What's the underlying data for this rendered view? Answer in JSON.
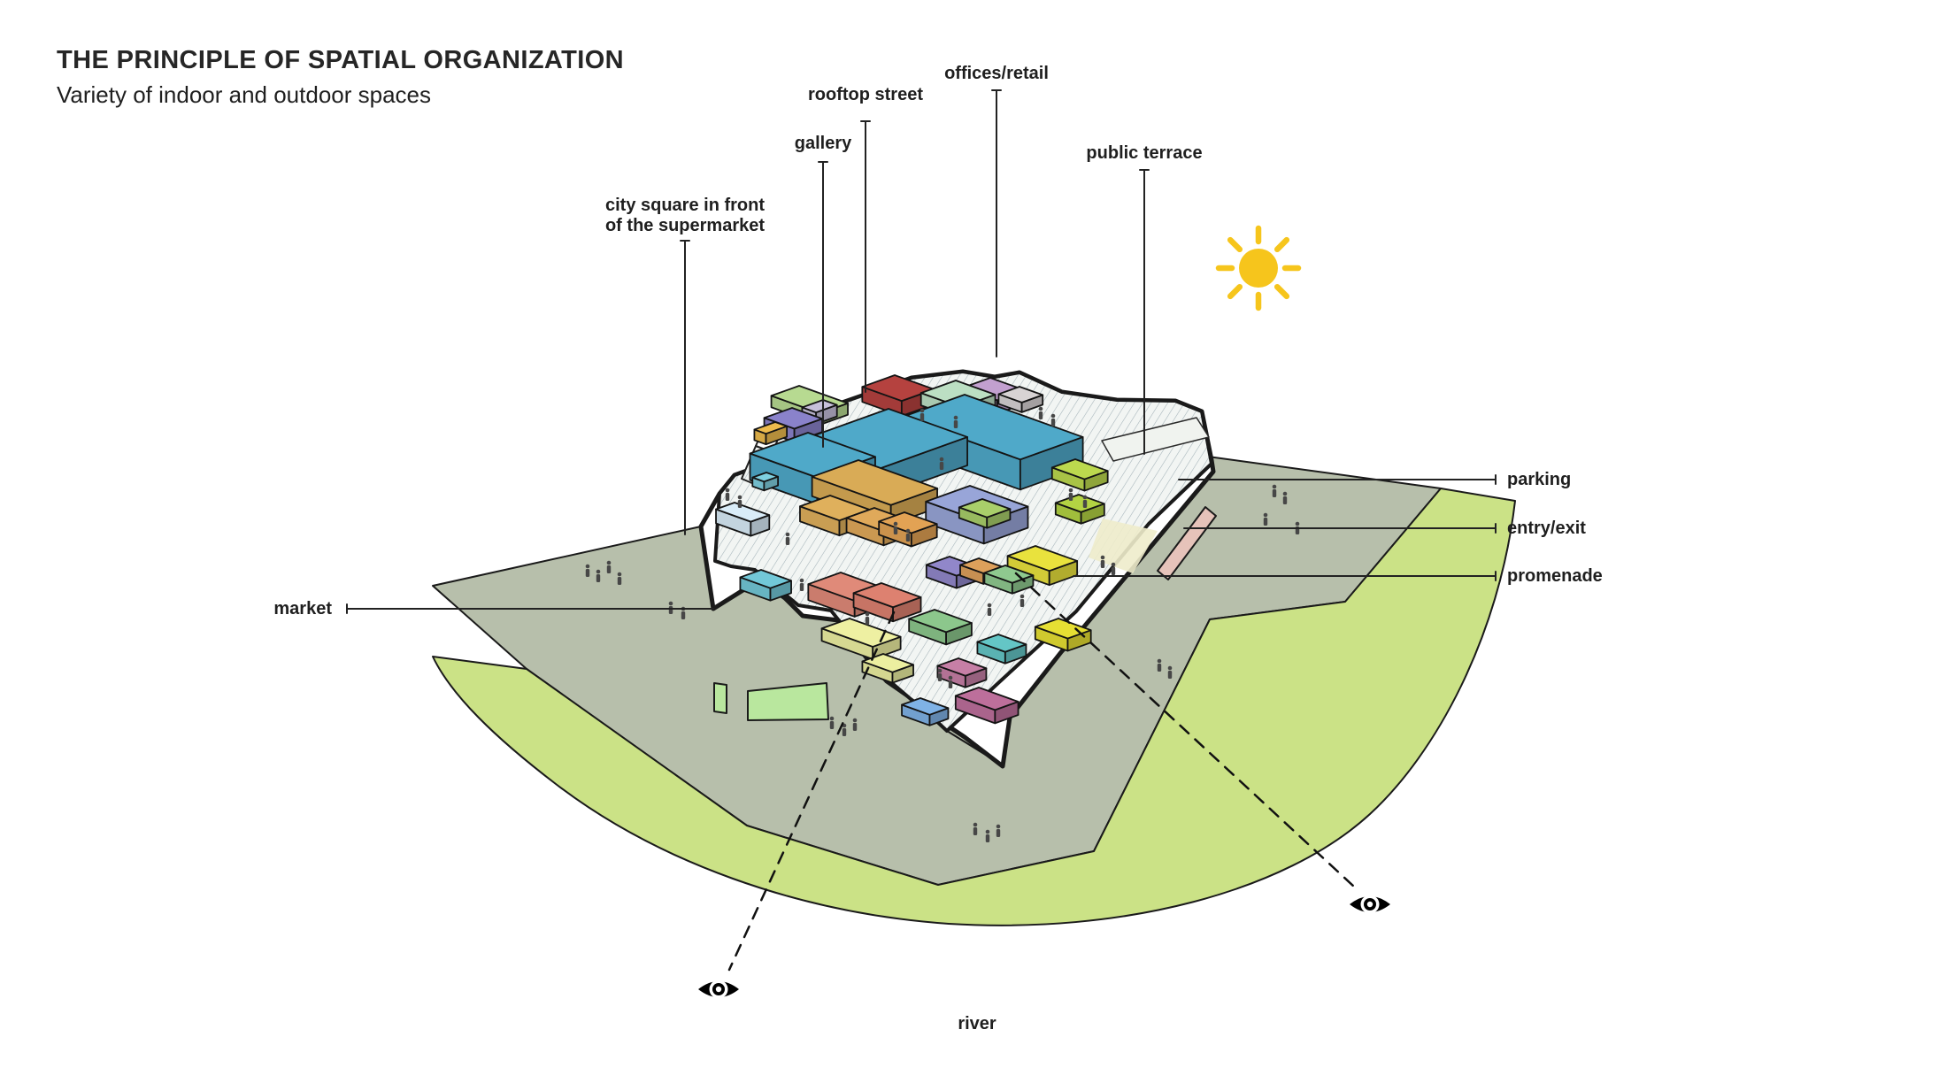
{
  "title": {
    "heading": "THE PRINCIPLE OF SPATIAL ORGANIZATION",
    "subheading": "Variety of indoor and outdoor spaces"
  },
  "labels": {
    "rooftop_street": "rooftop street",
    "gallery": "gallery",
    "offices_retail": "offices/retail",
    "public_terrace": "public terrace",
    "city_square_line1": "city square in front",
    "city_square_line2": "of the supermarket",
    "market": "market",
    "parking": "parking",
    "entry_exit": "entry/exit",
    "promenade": "promenade",
    "river": "river"
  },
  "icons": {
    "sun": "sun-icon",
    "viewpoint_left": "eye-icon",
    "viewpoint_right": "eye-icon"
  },
  "colors": {
    "background": "#ffffff",
    "plaza": "#b7bfab",
    "lawn": "#cbe286",
    "outline": "#1a1a1a",
    "leader_line": "#222222",
    "sun": "#f6c51c",
    "hatch_bg": "#f2f5f3",
    "hatch_line": "#a3b2b8",
    "building_face": "#ffffff",
    "teal_roof": "#4fa9c9",
    "accent_red": "#b5423f",
    "ochre": "#d9ab56",
    "periwinkle": "#98a5d8",
    "lime": "#b8d64b",
    "salmon": "#e08a79",
    "magenta": "#bd6f9b",
    "ramp_pink": "#e6c3ba",
    "market_wall_green": "#b9e79e",
    "people": "#474747"
  }
}
